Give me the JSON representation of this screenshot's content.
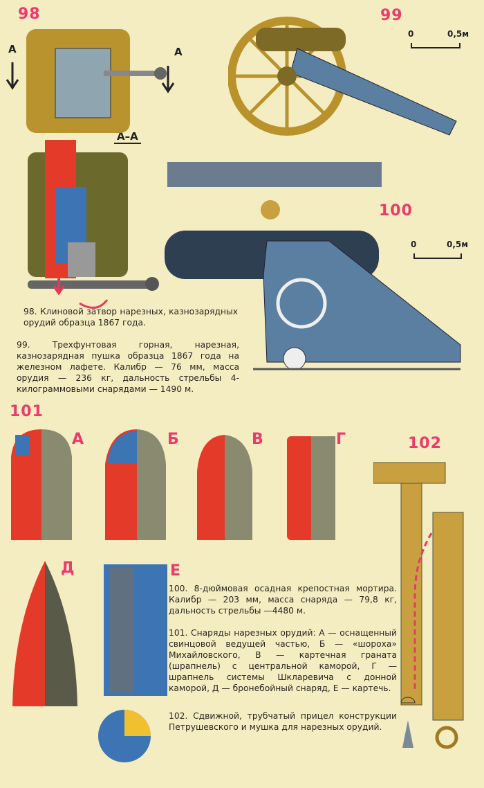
{
  "figures": {
    "fig98": {
      "number": "98",
      "section_label": "А–А",
      "arrow_label_left": "А",
      "arrow_label_right": "А"
    },
    "fig99": {
      "number": "99",
      "scale_zero": "0",
      "scale_end": "0,5м"
    },
    "fig100": {
      "number": "100",
      "scale_zero": "0",
      "scale_end": "0,5м"
    },
    "fig101": {
      "number": "101",
      "letters": [
        "А",
        "Б",
        "В",
        "Г",
        "Д",
        "Е"
      ]
    },
    "fig102": {
      "number": "102"
    }
  },
  "captions": {
    "c98": "98. Клиновой затвор нарезных, казнозарядных орудий образца 1867 года.",
    "c99": "99. Трехфунтовая горная, нарезная, казнозарядная пушка образца 1867 года на железном лафете. Калибр — 76 мм, масса орудия — 236 кг, дальность стрельбы 4-килограммовыми снарядами — 1490 м.",
    "c100": "100. 8-дюймовая осадная крепостная мортира. Калибр — 203 мм, масса снаряда — 79,8 кг, дальность стрельбы —4480 м.",
    "c101": "101. Снаряды нарезных орудий: А — оснащенный свинцовой ведущей частью, Б — «шороха» Михайловского, В — картечная граната (шрапнель) с центральной каморой, Г — шрапнель системы Шкларевича с донной каморой, Д — бронебойный снаряд, Е — картечь.",
    "c102": "102. Сдвижной, трубчатый прицел конструкции Петрушевского и мушка для нарезных орудий."
  },
  "colors": {
    "accent": "#ec3a6a",
    "paper": "#f4edc2",
    "steel": "#5a7fa0",
    "red": "#e0302a",
    "gold": "#c9a040"
  }
}
